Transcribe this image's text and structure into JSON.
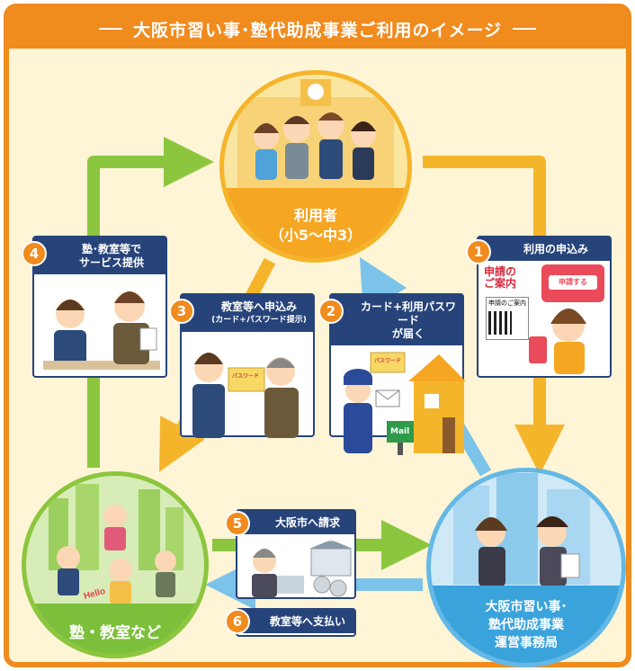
{
  "title": "大阪市習い事･塾代助成事業ご利用のイメージ",
  "colors": {
    "frame": "#f08b1d",
    "background": "#fdf5d6",
    "box_header": "#27447a",
    "user": "#f5a623",
    "school": "#7cbf3a",
    "office": "#3aa3dc"
  },
  "nodes": {
    "user": {
      "line1": "利用者",
      "line2": "（小5～中3）"
    },
    "school": {
      "label": "塾・教室など"
    },
    "office": {
      "line1": "大阪市習い事･",
      "line2": "塾代助成事業",
      "line3": "運営事務局"
    }
  },
  "steps": [
    {
      "num": "1",
      "label": "利用の申込み",
      "card_title_1": "申請の",
      "card_title_2": "ご案内",
      "button": "申請する",
      "doc": "申請のご案内"
    },
    {
      "num": "2",
      "label_1": "カード+利用パスワード",
      "label_2": "が届く",
      "card_text": "パスワード",
      "mail": "Mail"
    },
    {
      "num": "3",
      "label_1": "教室等へ申込み",
      "label_2": "(カード+パスワード提示)",
      "card_text": "パスワード"
    },
    {
      "num": "4",
      "label_1": "塾･教室等で",
      "label_2": "サービス提供"
    },
    {
      "num": "5",
      "label": "大阪市へ請求",
      "bank": "BANK"
    },
    {
      "num": "6",
      "label": "教室等へ支払い"
    }
  ],
  "school_art": {
    "hello": "Hello"
  }
}
